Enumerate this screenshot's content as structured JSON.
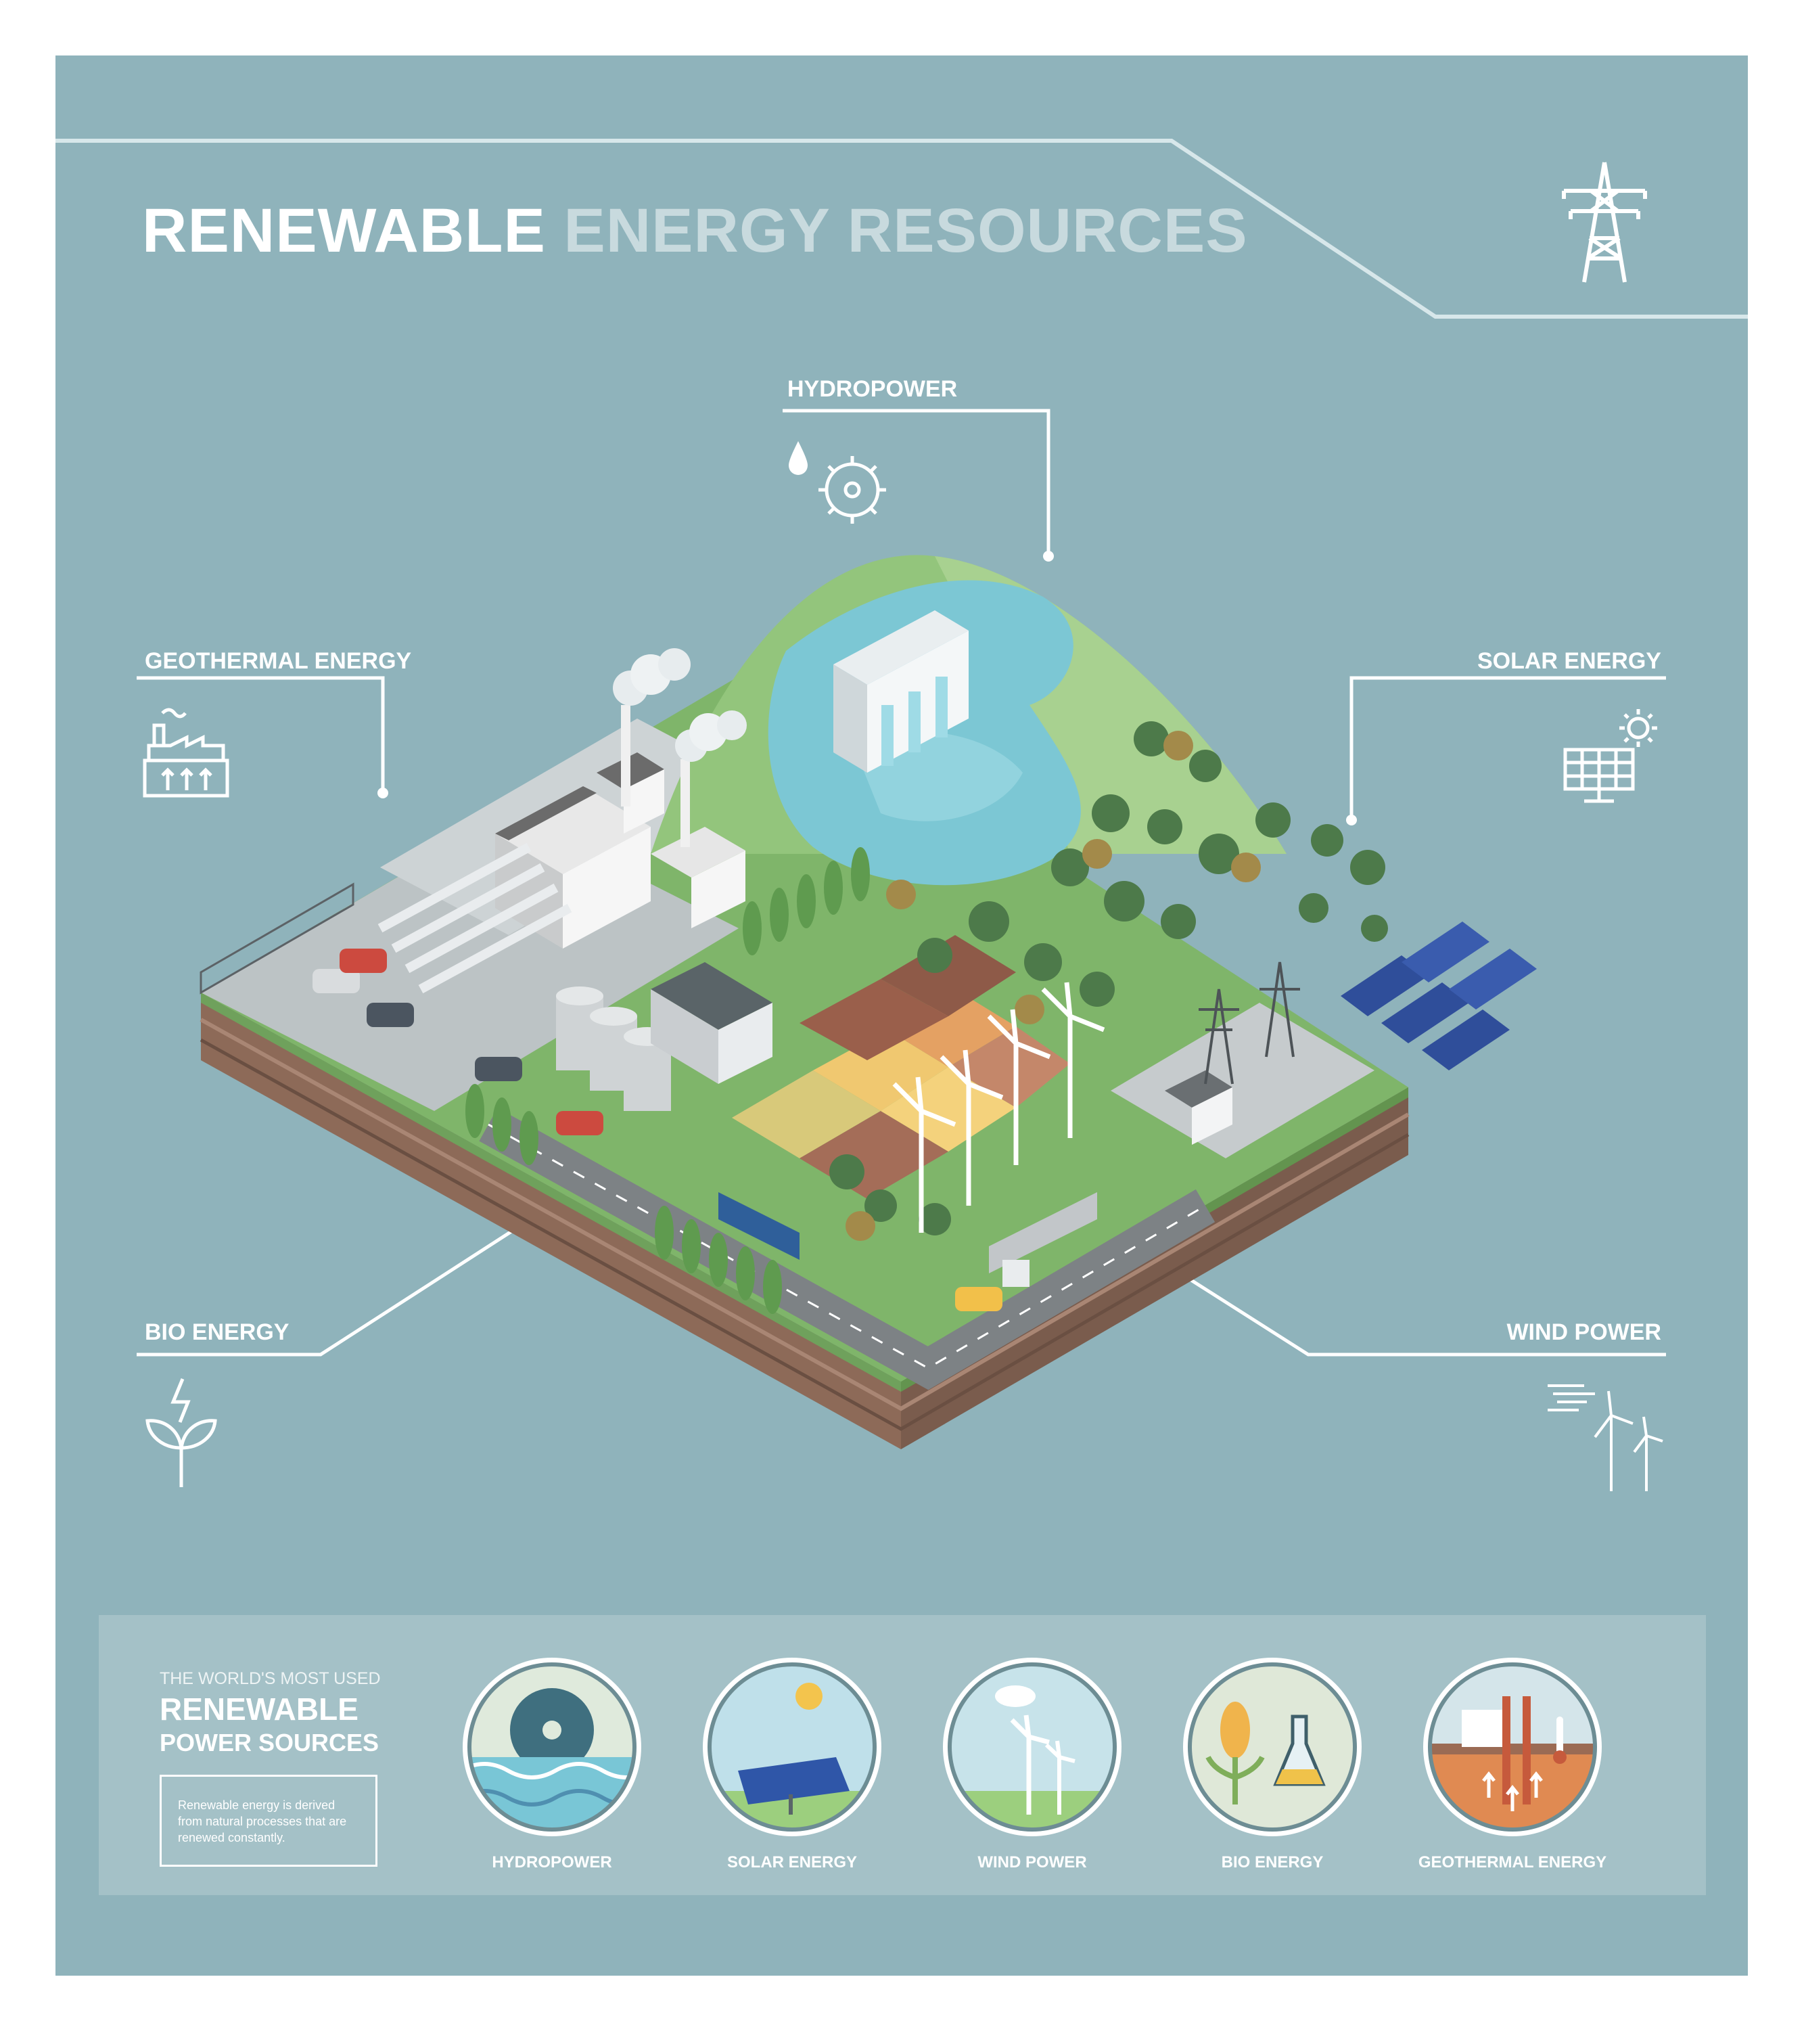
{
  "title": {
    "part1": "RENEWABLE",
    "part2": "ENERGY RESOURCES"
  },
  "labels": {
    "hydropower": "HYDROPOWER",
    "geothermal": "GEOTHERMAL ENERGY",
    "solar": "SOLAR ENERGY",
    "bio": "BIO ENERGY",
    "wind": "WIND POWER"
  },
  "panel": {
    "small": "THE WORLD'S MOST USED",
    "big": "RENEWABLE",
    "mid": "POWER SOURCES",
    "desc": "Renewable energy is derived from natural processes that are renewed constantly.",
    "circles": [
      "HYDROPOWER",
      "SOLAR ENERGY",
      "WIND POWER",
      "BIO ENERGY",
      "GEOTHERMAL ENERGY"
    ]
  },
  "colors": {
    "background": "#8fb3bb",
    "grass": "#7fb56a",
    "water": "#7cc7d4",
    "soil": "#8b6b5a",
    "panel": "#a4c1c7"
  }
}
